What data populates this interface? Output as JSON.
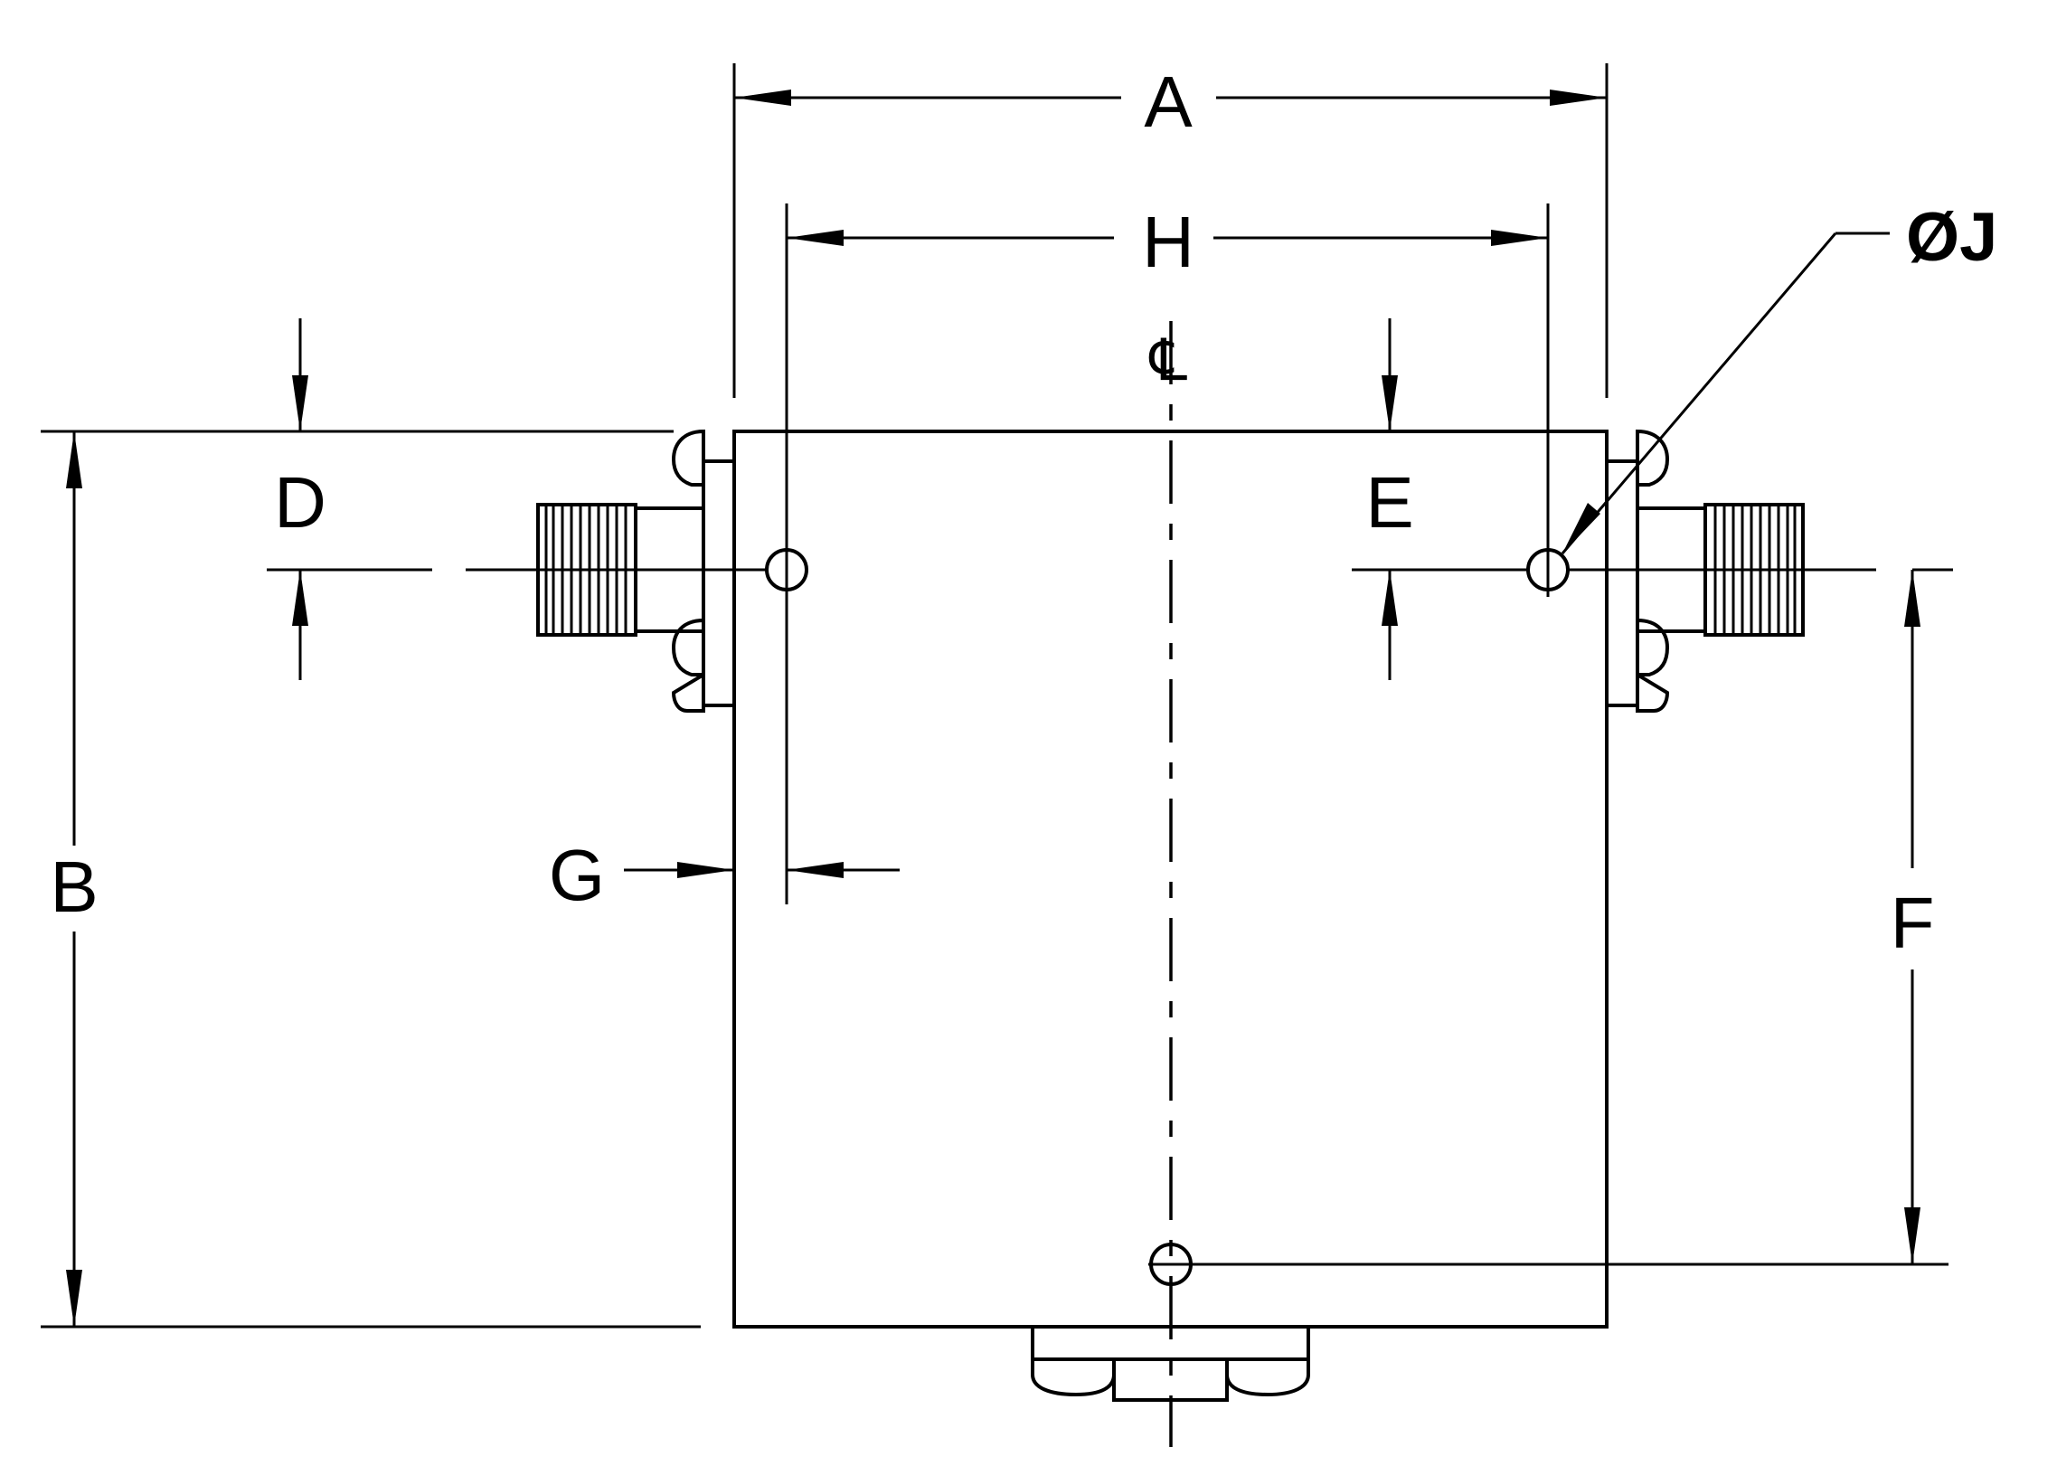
{
  "labels": {
    "A": "A",
    "B": "B",
    "D": "D",
    "E": "E",
    "F": "F",
    "G": "G",
    "H": "H",
    "J": "ØJ",
    "centerline": "℄"
  }
}
